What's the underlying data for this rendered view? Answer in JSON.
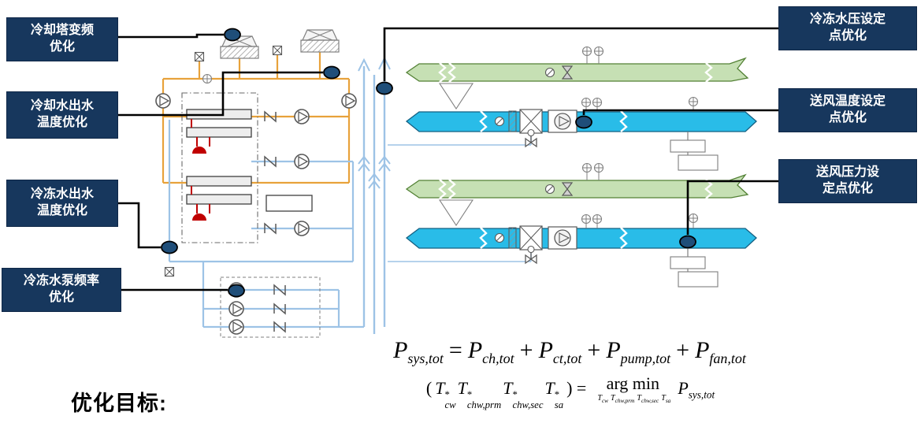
{
  "slide": {
    "objective_label": "优化目标:",
    "callouts": [
      {
        "id": "cooling-tower-vfd",
        "label": "冷却塔变频\n优化"
      },
      {
        "id": "cooling-water-outlet-temp",
        "label": "冷却水出水\n温度优化"
      },
      {
        "id": "chilled-water-outlet-temp",
        "label": "冷冻水出水\n温度优化"
      },
      {
        "id": "chilled-water-pump-freq",
        "label": "冷冻水泵频率\n优化"
      },
      {
        "id": "chilled-water-pressure-setpoint",
        "label": "冷冻水压设定\n点优化"
      },
      {
        "id": "supply-air-temp-setpoint",
        "label": "送风温度设定\n点优化"
      },
      {
        "id": "supply-air-pressure-setpoint",
        "label": "送风压力设\n定点优化"
      }
    ],
    "formulas": {
      "power_balance": {
        "terms": [
          {
            "base": "P",
            "sub": "sys,tot"
          },
          {
            "op": "="
          },
          {
            "base": "P",
            "sub": "ch,tot"
          },
          {
            "op": "+"
          },
          {
            "base": "P",
            "sub": "ct,tot"
          },
          {
            "op": "+"
          },
          {
            "base": "P",
            "sub": "pump,tot"
          },
          {
            "op": "+"
          },
          {
            "base": "P",
            "sub": "fan,tot"
          }
        ]
      },
      "argmin": {
        "terms": [
          {
            "op": "("
          },
          {
            "base": "T",
            "sup": "*",
            "sub": "cw"
          },
          {
            "base": "T",
            "sup": "*",
            "sub": "chw,prm"
          },
          {
            "base": "T",
            "sup": "*",
            "sub": "chw,sec"
          },
          {
            "base": "T",
            "sup": "*",
            "sub": "sa"
          },
          {
            "op": ") ="
          },
          {
            "stack": {
              "top": "arg min",
              "under": [
                {
                  "base": "T",
                  "sub": "cw"
                },
                {
                  "base": "T",
                  "sub": "chw,prm"
                },
                {
                  "base": "T",
                  "sub": "chw,sec"
                },
                {
                  "base": "T",
                  "sub": "sa"
                }
              ]
            }
          },
          {
            "base": "P",
            "sub": "sys,tot"
          }
        ]
      }
    },
    "colors": {
      "callout_bg": "#17375D",
      "callout_text": "#FFFFFF",
      "marker_fill": "#1F4E79",
      "condenser_pipe": "#E8A23B",
      "chilled_pipe": "#9DC3E6",
      "chiller_red": "#C00000",
      "return_duct_fill": "#C6E0B4",
      "return_duct_stroke": "#538135",
      "supply_duct_fill": "#29BCE8",
      "supply_duct_stroke": "#156082"
    }
  }
}
